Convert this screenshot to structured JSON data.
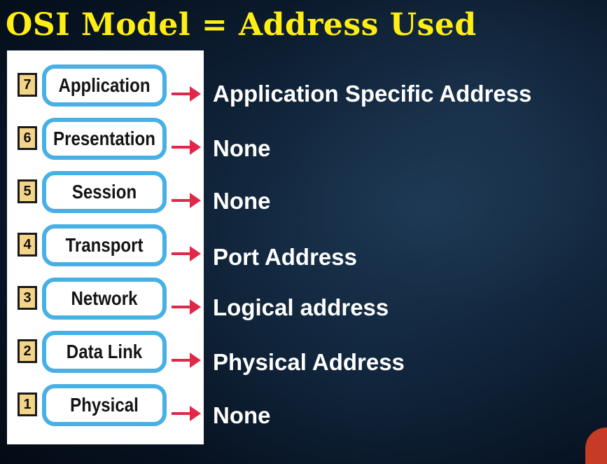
{
  "title": "OSI Model = Address Used",
  "colors": {
    "title": "#ffee14",
    "panel": "#ffffff",
    "pill_border": "#47b0e4",
    "number_box": "#f4d489",
    "arrow": "#e0284a",
    "address_text": "#ffffff",
    "background": "#0f2237"
  },
  "layers": [
    {
      "number": "7",
      "name": "Application",
      "address": "Application Specific Address"
    },
    {
      "number": "6",
      "name": "Presentation",
      "address": "None"
    },
    {
      "number": "5",
      "name": "Session",
      "address": "None"
    },
    {
      "number": "4",
      "name": "Transport",
      "address": "Port Address"
    },
    {
      "number": "3",
      "name": "Network",
      "address": "Logical address"
    },
    {
      "number": "2",
      "name": "Data Link",
      "address": "Physical Address"
    },
    {
      "number": "1",
      "name": "Physical",
      "address": "None"
    }
  ],
  "arrow_icon": "right-arrow-icon"
}
